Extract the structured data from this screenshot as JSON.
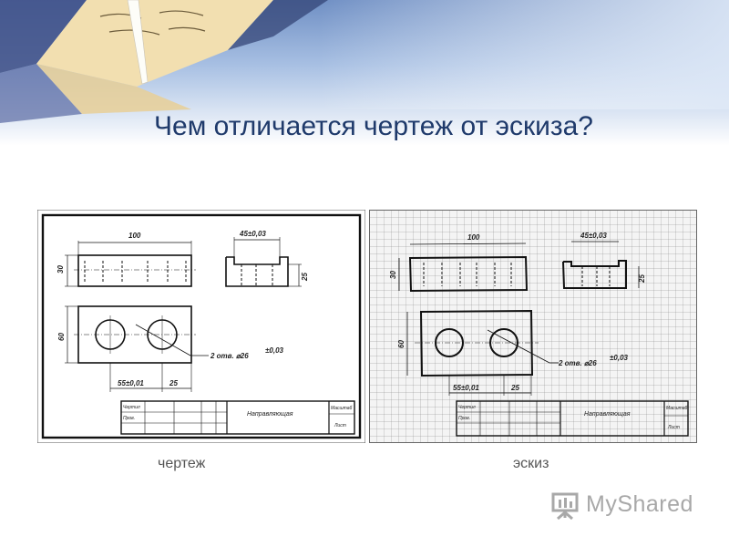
{
  "slide": {
    "title": "Чем отличается чертеж от эскиза?"
  },
  "captions": {
    "drawing": "чертеж",
    "sketch": "эскиз"
  },
  "watermark": {
    "text": "MyShared",
    "icon": "presentation-board-icon"
  },
  "part": {
    "length": "100",
    "width_label": "45±0,03",
    "height_left": "30",
    "height_right": "25",
    "depth": "60",
    "hole_spacing": "55±0,01",
    "hole_offset": "25",
    "holes_note_prefix": "2 отв. ⌀26",
    "holes_note_tolerance": "±0,03"
  },
  "title_block": {
    "drawn_label": "Чертил",
    "checked_label": "Пров.",
    "part_name": "Направляющая",
    "scale_label": "Масштаб",
    "sheet_label": "Лист"
  },
  "colors": {
    "title": "#1f3a6b",
    "line": "#222222",
    "grid": "#c8c8c8"
  }
}
